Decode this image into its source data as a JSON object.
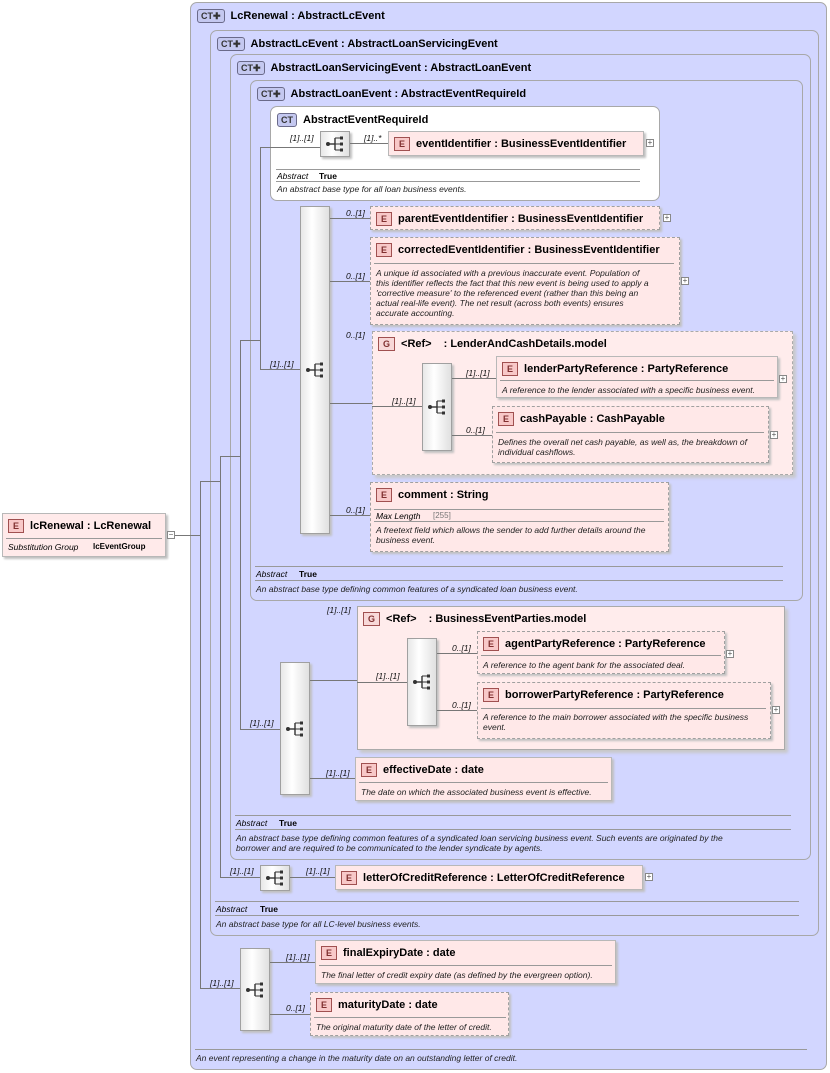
{
  "root": {
    "badge": "E",
    "name": "lcRenewal : LcRenewal",
    "subst_label": "Substitution Group",
    "subst_value": "lcEventGroup"
  },
  "types": {
    "lcRenewal": "LcRenewal : AbstractLcEvent",
    "abstractLcEvent": "AbstractLcEvent : AbstractLoanServicingEvent",
    "abstractLoanServicingEvent": "AbstractLoanServicingEvent : AbstractLoanEvent",
    "abstractLoanEvent": "AbstractLoanEvent : AbstractEventRequireId",
    "abstractEventRequireId": "AbstractEventRequireId"
  },
  "badges": {
    "ct_ext": "CT✚",
    "ct": "CT",
    "e": "E",
    "g": "G"
  },
  "abstract_key": "Abstract",
  "abstract_value": "True",
  "docs": {
    "requireId": "An abstract base type for all loan business events.",
    "loanEvent": "An abstract base type defining common features of a syndicated loan business event.",
    "servicingEvent1": "An abstract base type defining common features of a syndicated loan servicing business event. Such events are originated by the",
    "servicingEvent2": "borrower and are required to be communicated to the lender syndicate by agents.",
    "lcEvent": "An abstract base type for all LC-level business events.",
    "lcRenewal": "An event representing a change in the maturity date on an outstanding letter of credit."
  },
  "elements": {
    "eventIdentifier": {
      "name": "eventIdentifier : BusinessEventIdentifier",
      "card_in": "[1]..[1]",
      "card_out": "[1]..*"
    },
    "parentEventIdentifier": {
      "name": "parentEventIdentifier : BusinessEventIdentifier",
      "card": "0..[1]"
    },
    "correctedEventIdentifier": {
      "name": "correctedEventIdentifier : BusinessEventIdentifier",
      "card": "0..[1]",
      "doc": [
        "A unique id associated with a previous inaccurate event. Population of",
        "this identifier reflects the fact that this new event is being used to apply a",
        "'corrective measure' to the referenced event (rather than this being an",
        "actual real-life event). The net result (across both events) ensures",
        "accurate accounting."
      ]
    },
    "lenderAndCash": {
      "ref": "<Ref>",
      "name": ": LenderAndCashDetails.model",
      "card": "0..[1]",
      "seq_card": "[1]..[1]"
    },
    "lenderPartyReference": {
      "name": "lenderPartyReference : PartyReference",
      "card": "[1]..[1]",
      "doc": "A reference to the lender associated with a specific business event."
    },
    "cashPayable": {
      "name": "cashPayable : CashPayable",
      "card": "0..[1]",
      "doc": [
        "Defines the overall net cash payable, as well as, the breakdown of",
        "individual cashflows."
      ]
    },
    "comment": {
      "name": "comment : String",
      "card": "0..[1]",
      "ml_label": "Max Length",
      "ml_value": "[255]",
      "doc": [
        "A freetext field which allows the sender to add further details around the",
        "business event."
      ]
    },
    "seqLoan": {
      "card": "[1]..[1]"
    },
    "businessEventParties": {
      "ref": "<Ref>",
      "name": ": BusinessEventParties.model",
      "card": "[1]..[1]",
      "seq_card": "[1]..[1]"
    },
    "agentPartyReference": {
      "name": "agentPartyReference : PartyReference",
      "card": "0..[1]",
      "doc": "A reference to the agent bank for the associated deal."
    },
    "borrowerPartyReference": {
      "name": "borrowerPartyReference : PartyReference",
      "card": "0..[1]",
      "doc": [
        "A reference to the main borrower associated with the specific business",
        "event."
      ]
    },
    "seqServicing": {
      "card": "[1]..[1]"
    },
    "effectiveDate": {
      "name": "effectiveDate : date",
      "card": "[1]..[1]",
      "doc": "The date on which the associated business event is effective."
    },
    "seqLc": {
      "card": "[1]..[1]"
    },
    "letterOfCreditReference": {
      "name": "letterOfCreditReference : LetterOfCreditReference",
      "card": "[1]..[1]"
    },
    "seqRenewal": {
      "card": "[1]..[1]"
    },
    "finalExpiryDate": {
      "name": "finalExpiryDate : date",
      "card": "[1]..[1]",
      "doc": "The final letter of credit expiry date (as defined by the evergreen option)."
    },
    "maturityDate": {
      "name": "maturityDate : date",
      "card": "0..[1]",
      "doc": "The original maturity date of the letter of credit."
    }
  },
  "icons": {
    "sequence": "sequence-icon",
    "expand": "expand-plus-icon",
    "collapse": "collapse-minus-icon"
  },
  "colors": {
    "complex_type_bg": "#d2d6ff",
    "element_bg": "#ffe8e8",
    "group_bg": "#ffecec",
    "sequence_bg": "#f0f0f0"
  }
}
